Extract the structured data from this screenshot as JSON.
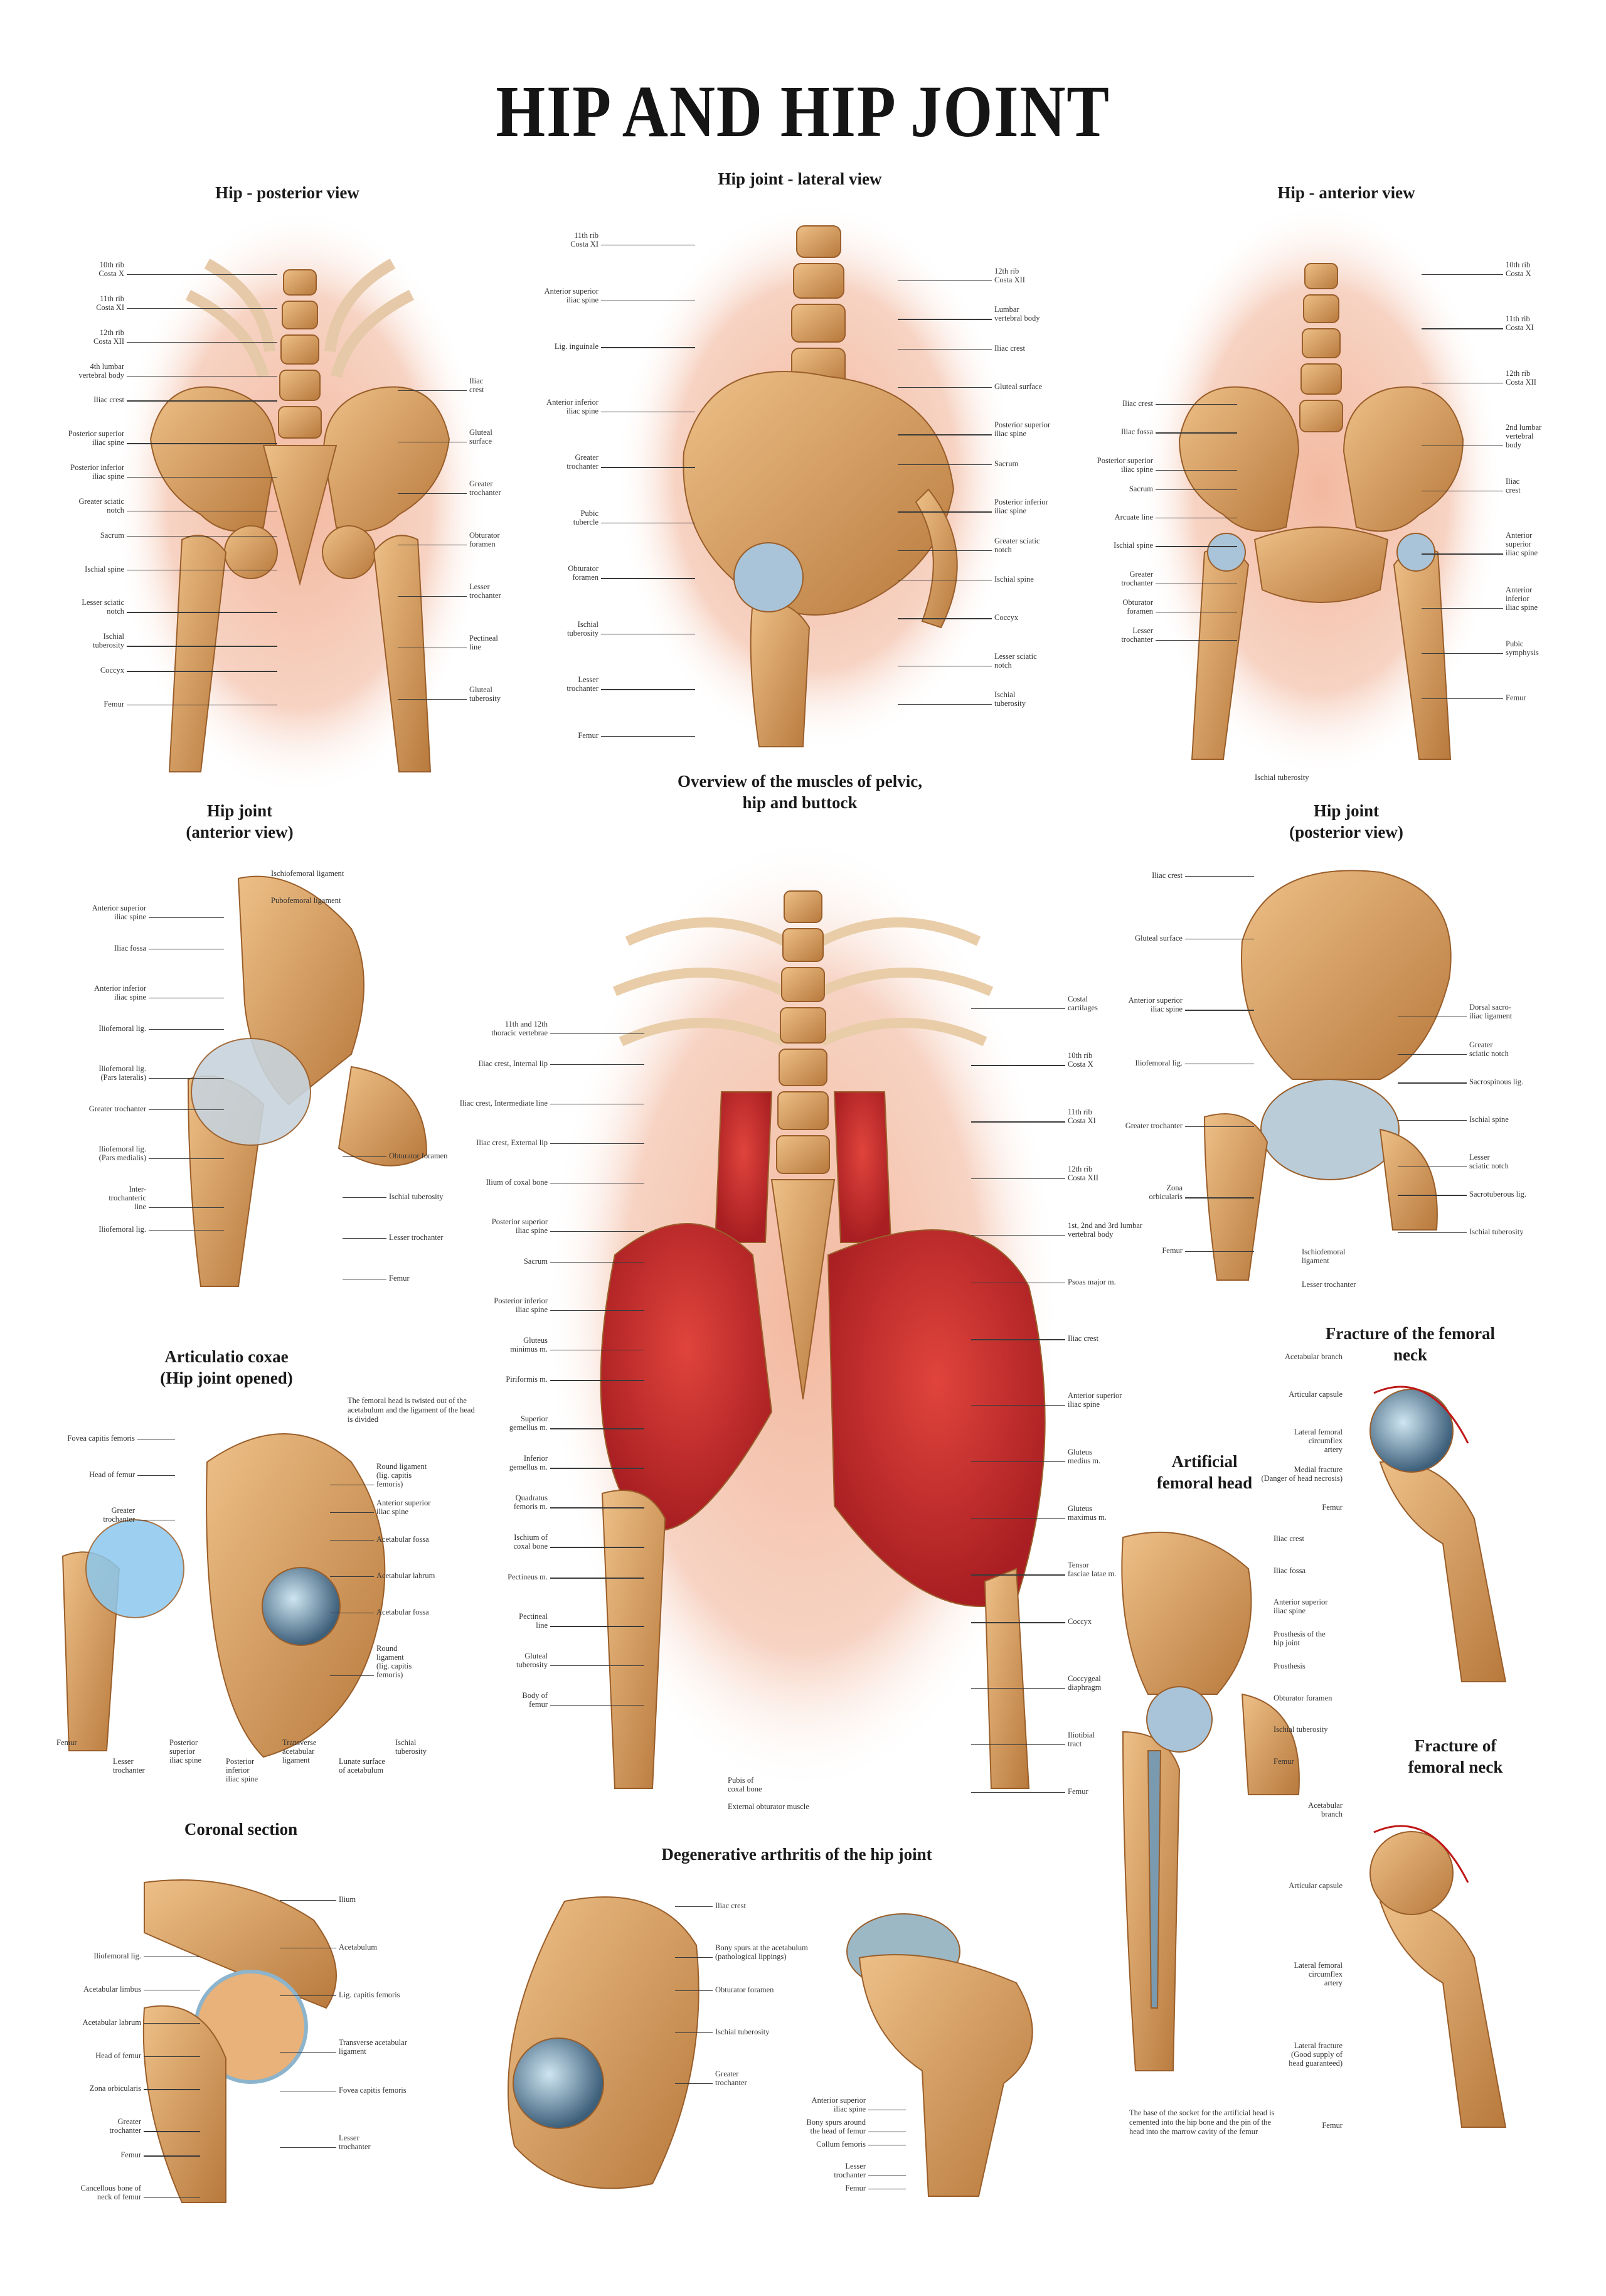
{
  "title": "HIP AND HIP JOINT",
  "colors": {
    "bone": "#d9a066",
    "bone_edge": "#a8672e",
    "skin": "#f4c2ac",
    "muscle": "#c8282a",
    "cartilage": "#a9c4d8"
  },
  "panels": {
    "posterior": {
      "title": "Hip - posterior view",
      "left": [
        "10th rib\nCosta X",
        "11th rib\nCosta XI",
        "12th rib\nCosta XII",
        "4th lumbar\nvertebral body",
        "Iliac crest",
        "Posterior superior\niliac spine",
        "Posterior inferior\niliac spine",
        "Greater sciatic\nnotch",
        "Sacrum",
        "Ischial spine",
        "Lesser sciatic\nnotch",
        "Ischial\ntuberosity",
        "Coccyx",
        "Femur"
      ],
      "right": [
        "Iliac\ncrest",
        "Gluteal\nsurface",
        "Greater\ntrochanter",
        "Obturator\nforamen",
        "Lesser\ntrochanter",
        "Pectineal\nline",
        "Gluteal\ntuberosity"
      ]
    },
    "lateral": {
      "title": "Hip joint - lateral view",
      "left": [
        "11th rib\nCosta XI",
        "Anterior superior\niliac spine",
        "Lig. inguinale",
        "Anterior inferior\niliac spine",
        "Greater\ntrochanter",
        "Pubic\ntubercle",
        "Obturator\nforamen",
        "Ischial\ntuberosity",
        "Lesser\ntrochanter",
        "Femur"
      ],
      "right": [
        "12th rib\nCosta XII",
        "Lumbar\nvertebral body",
        "Iliac crest",
        "Gluteal surface",
        "Posterior superior\niliac spine",
        "Sacrum",
        "Posterior inferior\niliac spine",
        "Greater sciatic\nnotch",
        "Ischial spine",
        "Coccyx",
        "Lesser sciatic\nnotch",
        "Ischial\ntuberosity"
      ]
    },
    "anterior": {
      "title": "Hip - anterior view",
      "left": [
        "Iliac crest",
        "Iliac fossa",
        "Posterior superior\niliac spine",
        "Sacrum",
        "Arcuate line",
        "Ischial spine",
        "Greater\ntrochanter",
        "Obturator\nforamen",
        "Lesser\ntrochanter"
      ],
      "right": [
        "10th rib\nCosta X",
        "11th rib\nCosta XI",
        "12th rib\nCosta XII",
        "2nd lumbar\nvertebral\nbody",
        "Iliac\ncrest",
        "Anterior\nsuperior\niliac spine",
        "Anterior\ninferior\niliac spine",
        "Pubic\nsymphysis",
        "Femur"
      ],
      "bottom": [
        "Ischial tuberosity"
      ]
    },
    "joint_anterior": {
      "title": "Hip joint\n(anterior view)",
      "top": [
        "Ischiofemoral ligament",
        "Pubofemoral ligament"
      ],
      "left": [
        "Anterior superior\niliac spine",
        "Iliac fossa",
        "Anterior inferior\niliac spine",
        "Iliofemoral lig.",
        "Iliofemoral lig.\n(Pars lateralis)",
        "Greater trochanter",
        "Iliofemoral lig.\n(Pars medialis)",
        "Inter-\ntrochanteric\nline",
        "Iliofemoral lig."
      ],
      "right": [
        "Obturator foramen",
        "Ischial tuberosity",
        "Lesser trochanter",
        "Femur"
      ]
    },
    "overview": {
      "title": "Overview of the muscles of pelvic,\nhip and buttock",
      "left": [
        "11th and 12th\nthoracic vertebrae",
        "Iliac crest, Internal lip",
        "Iliac crest, Intermediate line",
        "Iliac crest, External lip",
        "Ilium of coxal bone",
        "Posterior superior\niliac spine",
        "Sacrum",
        "Posterior inferior\niliac spine",
        "Gluteus\nminimus m.",
        "Piriformis m.",
        "Superior\ngemellus m.",
        "Inferior\ngemellus m.",
        "Quadratus\nfemoris m.",
        "Ischium of\ncoxal bone",
        "Pectineus m.",
        "Pectineal\nline",
        "Gluteal\ntuberosity",
        "Body of\nfemur"
      ],
      "right": [
        "Costal\ncartilages",
        "10th rib\nCosta X",
        "11th rib\nCosta XI",
        "12th rib\nCosta XII",
        "1st, 2nd and 3rd lumbar\nvertebral body",
        "Psoas major m.",
        "Iliac crest",
        "Anterior superior\niliac spine",
        "Gluteus\nmedius m.",
        "Gluteus\nmaximus m.",
        "Tensor\nfasciae latae m.",
        "Coccyx",
        "Coccygeal\ndiaphragm",
        "Iliotibial\ntract",
        "Femur"
      ],
      "bottom": [
        "Pubis of\ncoxal bone",
        "External obturator muscle"
      ]
    },
    "joint_posterior": {
      "title": "Hip joint\n(posterior view)",
      "left": [
        "Iliac crest",
        "Gluteal surface",
        "Anterior superior\niliac spine",
        "Iliofemoral lig.",
        "Greater trochanter",
        "Zona\norbicularis",
        "Femur"
      ],
      "right": [
        "Dorsal sacro-\niliac ligament",
        "Greater\nsciatic notch",
        "Sacrospinous lig.",
        "Ischial spine",
        "Lesser\nsciatic notch",
        "Sacrotuberous lig.",
        "Ischial tuberosity"
      ],
      "bottom": [
        "Ischiofemoral\nligament",
        "Lesser trochanter"
      ]
    },
    "opened": {
      "title": "Articulatio coxae\n(Hip joint opened)",
      "note": "The femoral head is twisted out of the acetabulum and the ligament of the head is divided",
      "left": [
        "Fovea capitis femoris",
        "Head of femur",
        "Greater\ntrochanter"
      ],
      "right": [
        "Round ligament\n(lig. capitis\nfemoris)",
        "Anterior superior\niliac spine",
        "Acetabular fossa",
        "Acetabular labrum",
        "Acetabular fossa",
        "Round\nligament\n(lig. capitis\nfemoris)"
      ],
      "bottom": [
        "Femur",
        "Lesser\ntrochanter",
        "Posterior\nsuperior\niliac spine",
        "Posterior\ninferior\niliac spine",
        "Transverse acetabular ligament",
        "Lunate surface of acetabulum",
        "Ischial tuberosity"
      ]
    },
    "fracture_medial": {
      "title": "Fracture of the femoral neck",
      "labels": [
        "Acetabular branch",
        "Articular capsule",
        "Lateral femoral\ncircumflex\nartery",
        "Medial fracture\n(Danger of head necrosis)",
        "Femur"
      ]
    },
    "artificial": {
      "title": "Artificial\nfemoral head",
      "labels": [
        "Iliac crest",
        "Iliac fossa",
        "Anterior superior\niliac spine",
        "Prosthesis of the\nhip joint",
        "Prosthesis",
        "Obturator foramen",
        "Ischial tuberosity",
        "Femur"
      ],
      "note": "The base of the socket for the artificial head is cemented into the hip bone and the pin of the head into the marrow cavity of the femur"
    },
    "fracture_lateral": {
      "title": "Fracture of\nfemoral neck",
      "labels": [
        "Acetabular\nbranch",
        "Articular capsule",
        "Lateral femoral\ncircumflex\nartery",
        "Lateral fracture\n(Good supply of\nhead guaranteed)",
        "Femur"
      ]
    },
    "coronal": {
      "title": "Coronal section",
      "left": [
        "Iliofemoral lig.",
        "Acetabular limbus",
        "Acetabular labrum",
        "Head of femur",
        "Zona orbicularis",
        "Greater\ntrochanter",
        "Femur",
        "Cancellous bone of\nneck of femur"
      ],
      "right": [
        "Ilium",
        "Acetabulum",
        "Lig. capitis femoris",
        "Transverse acetabular\nligament",
        "Fovea capitis femoris",
        "Lesser\ntrochanter"
      ]
    },
    "degenerative": {
      "title": "Degenerative arthritis of the hip joint",
      "left": [
        "Anterior superior\niliac spine",
        "Bony spurs around\nthe head of femur",
        "Collum femoris",
        "Lesser\ntrochanter",
        "Femur"
      ],
      "right": [
        "Iliac crest",
        "Bony spurs at the acetabulum\n(pathological lippings)",
        "Obturator foramen",
        "Ischial tuberosity",
        "Greater\ntrochanter"
      ]
    }
  }
}
